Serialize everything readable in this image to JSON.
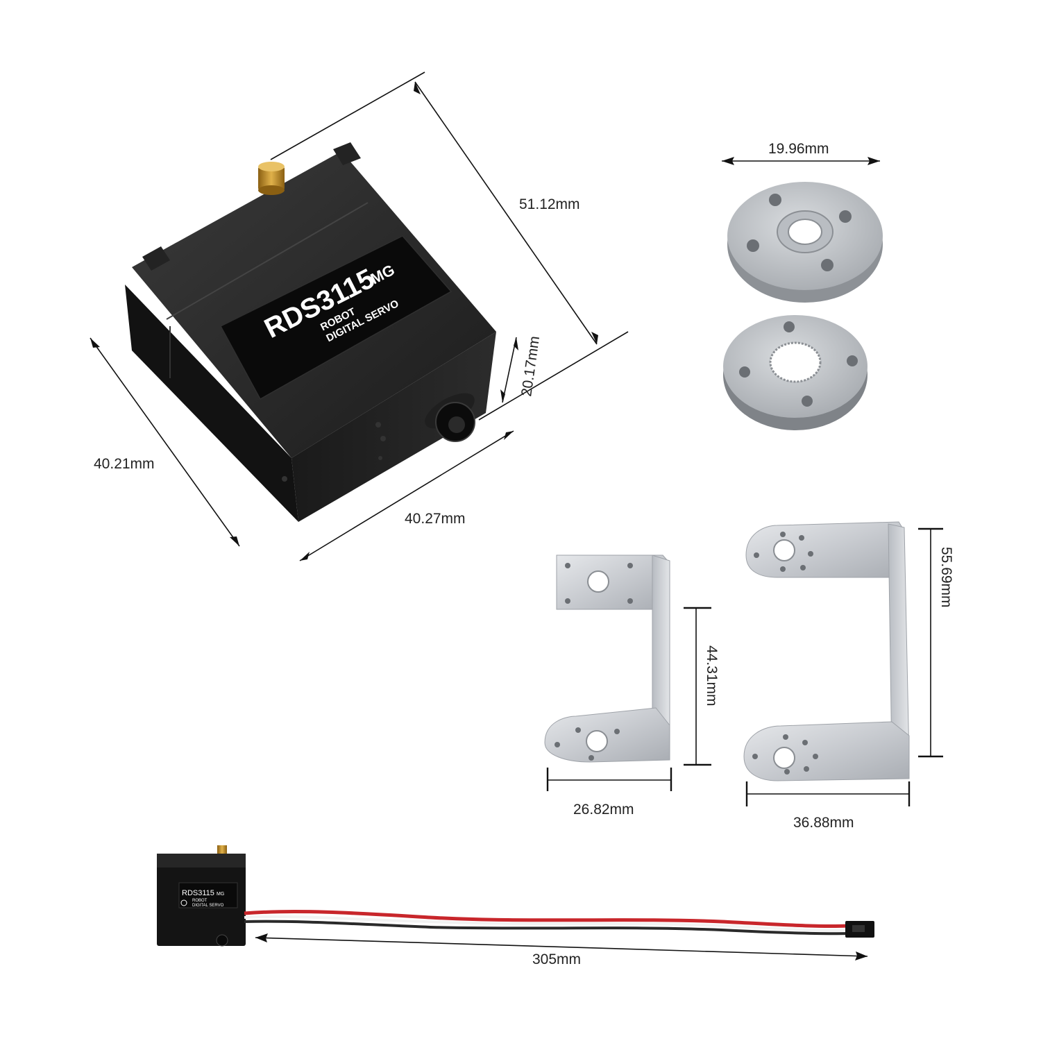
{
  "servo": {
    "model": "RDS3115",
    "suffix": "MG",
    "line1": "ROBOT",
    "line2": "DIGITAL SERVO"
  },
  "dimensions": {
    "servo_length": "51.12mm",
    "servo_height": "40.21mm",
    "servo_depth": "40.27mm",
    "shaft_height": "20.17mm",
    "horn_diameter": "19.96mm",
    "small_bracket_height": "44.31mm",
    "small_bracket_width": "26.82mm",
    "large_bracket_height": "55.69mm",
    "large_bracket_width": "36.88mm",
    "cable_length": "305mm"
  },
  "colors": {
    "servo_body": "#1b1b1b",
    "aluminium": "#c9ccd1",
    "brass": "#c9952e",
    "wire_red": "#c8262b",
    "wire_black": "#2a2a2a",
    "wire_white": "#f2f2f2"
  }
}
